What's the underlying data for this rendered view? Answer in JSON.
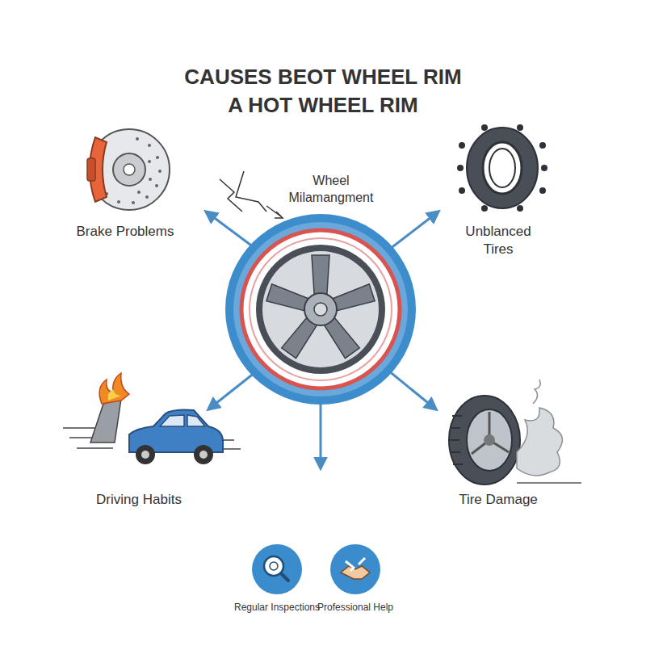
{
  "diagram": {
    "title": "CAUSES BEOT WHEEL RIM A HOT WHEEL RIM",
    "nodes": [
      {
        "text": [
          "Regular Inspections"
        ]
      },
      {
        "text": [
          "Professional Help"
        ]
      }
    ],
    "labels": [
      "Wheel Milamangment",
      "Brake Problems",
      "Unblanced Tires",
      "Driving Habits",
      "Tire Damage"
    ]
  }
}
